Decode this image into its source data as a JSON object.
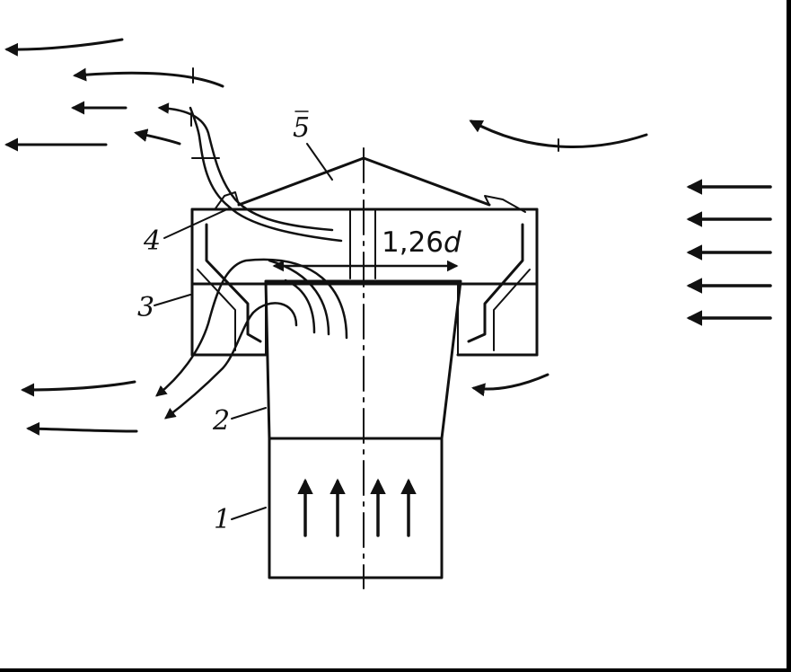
{
  "labels": {
    "part_1": "1",
    "part_2": "2",
    "part_3": "3",
    "part_4": "4",
    "part_5": "5"
  },
  "dimension": {
    "value": "1,26",
    "symbol": "d"
  },
  "colors": {
    "ink": "#111111",
    "paper": "#ffffff",
    "frame": "#000000"
  }
}
